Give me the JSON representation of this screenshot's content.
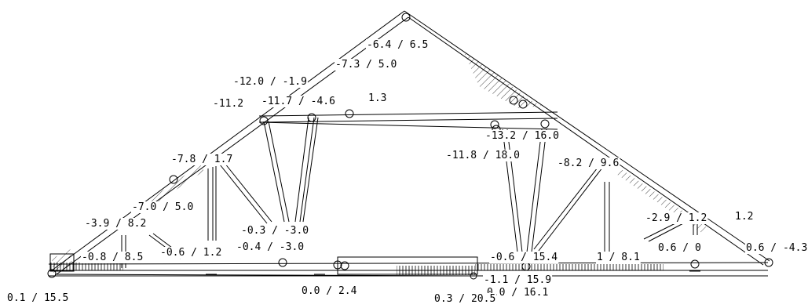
{
  "labels": [
    {
      "id": "l01",
      "text": "-6.4 / 6.5"
    },
    {
      "id": "l02",
      "text": "-7.3 / 5.0"
    },
    {
      "id": "l03",
      "text": "-12.0 / -1.9"
    },
    {
      "id": "l04",
      "text": "-11.2"
    },
    {
      "id": "l05",
      "text": "-11.7 / -4.6"
    },
    {
      "id": "l06",
      "text": "1.3"
    },
    {
      "id": "l07",
      "text": "-13.2 / 16.0"
    },
    {
      "id": "l08",
      "text": "-11.8 / 18.0"
    },
    {
      "id": "l09",
      "text": "-8.2 / 9.6"
    },
    {
      "id": "l10",
      "text": "-7.8 / 1.7"
    },
    {
      "id": "l11",
      "text": "-7.0 / 5.0"
    },
    {
      "id": "l12",
      "text": "-3.9 / 8.2"
    },
    {
      "id": "l13",
      "text": "-0.3 / -3.0"
    },
    {
      "id": "l14",
      "text": "-0.4 / -3.0"
    },
    {
      "id": "l15",
      "text": "-0.8 / 8.5"
    },
    {
      "id": "l16",
      "text": "-0.6 / 1.2"
    },
    {
      "id": "l17",
      "text": "-2.9 / 1.2"
    },
    {
      "id": "l18",
      "text": "1.2"
    },
    {
      "id": "l19",
      "text": "-0.6 / 15.4"
    },
    {
      "id": "l20",
      "text": "1 / 8.1"
    },
    {
      "id": "l21",
      "text": "0.6 / 0"
    },
    {
      "id": "l22",
      "text": "0.6 / -4.3"
    },
    {
      "id": "l23",
      "text": "-1.1 / 15.9"
    },
    {
      "id": "l24",
      "text": "0.0 / 16.1"
    },
    {
      "id": "l25",
      "text": "0.3 / 20.5"
    },
    {
      "id": "l26",
      "text": "0.0 / 2.4"
    },
    {
      "id": "l27",
      "text": "0.1 / 15.5"
    }
  ]
}
